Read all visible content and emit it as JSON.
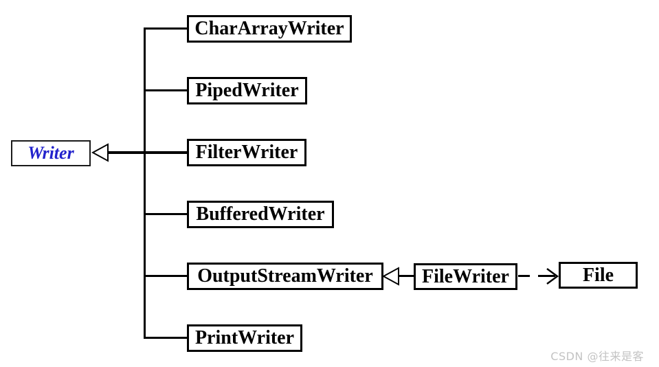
{
  "diagram": {
    "nodes": {
      "writer": "Writer",
      "char_array_writer": "CharArrayWriter",
      "piped_writer": "PipedWriter",
      "filter_writer": "FilterWriter",
      "buffered_writer": "BufferedWriter",
      "output_stream_writer": "OutputStreamWriter",
      "print_writer": "PrintWriter",
      "file_writer": "FileWriter",
      "file": "File"
    },
    "edges": [
      {
        "from": "CharArrayWriter",
        "to": "Writer",
        "type": "inheritance"
      },
      {
        "from": "PipedWriter",
        "to": "Writer",
        "type": "inheritance"
      },
      {
        "from": "FilterWriter",
        "to": "Writer",
        "type": "inheritance"
      },
      {
        "from": "BufferedWriter",
        "to": "Writer",
        "type": "inheritance"
      },
      {
        "from": "OutputStreamWriter",
        "to": "Writer",
        "type": "inheritance"
      },
      {
        "from": "PrintWriter",
        "to": "Writer",
        "type": "inheritance"
      },
      {
        "from": "FileWriter",
        "to": "OutputStreamWriter",
        "type": "inheritance"
      },
      {
        "from": "FileWriter",
        "to": "File",
        "type": "dashed-dependency"
      }
    ],
    "colors": {
      "root_text": "#2222cc",
      "node_text": "#000000",
      "node_border": "#000000",
      "line": "#000000",
      "background": "#ffffff",
      "watermark_text": "#c3c3c3"
    }
  },
  "watermark": "CSDN @往来是客"
}
